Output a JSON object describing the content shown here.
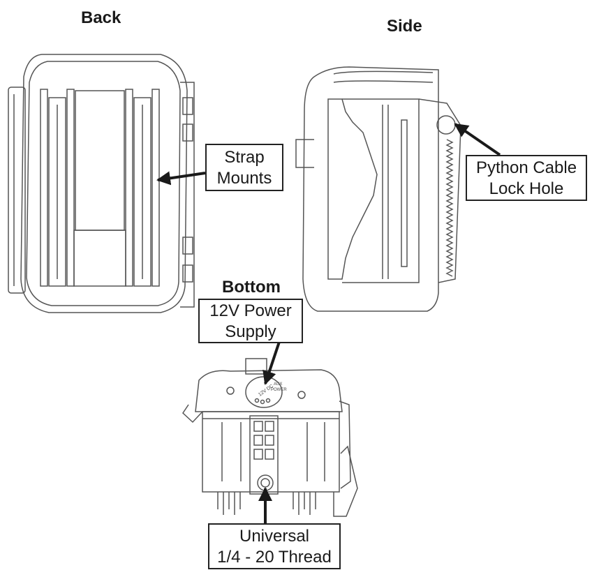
{
  "views": {
    "back": "Back",
    "side": "Side",
    "bottom": "Bottom"
  },
  "callouts": {
    "strap_mounts": [
      "Strap",
      "Mounts"
    ],
    "python_cable": [
      "Python Cable",
      "Lock Hole"
    ],
    "power_supply": [
      "12V Power",
      "Supply"
    ],
    "thread": [
      "Universal",
      "1/4 - 20 Thread"
    ]
  },
  "device_markings": {
    "dc_label": "12V DC",
    "aux_label": "AUX",
    "power_label": "POWER"
  },
  "colors": {
    "line": "#555555",
    "arrow": "#1a1a1a",
    "box_border": "#222222"
  }
}
